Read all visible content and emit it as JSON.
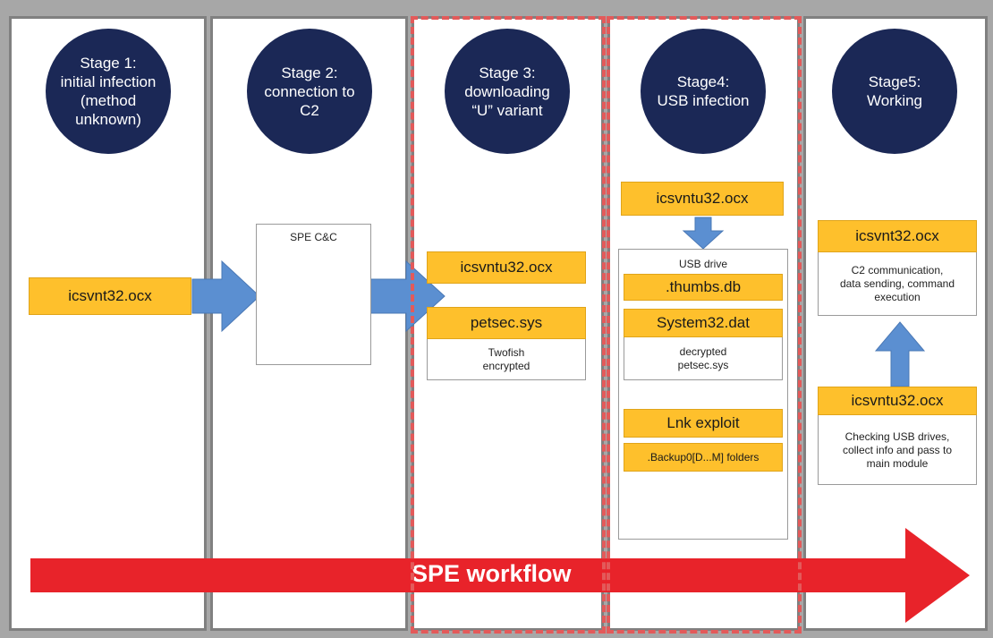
{
  "stages": [
    {
      "label": "Stage 1:\ninitial infection\n(method\nunknown)"
    },
    {
      "label": "Stage 2:\nconnection to\nC2"
    },
    {
      "label": "Stage 3:\ndownloading\n“U” variant"
    },
    {
      "label": "Stage4:\nUSB infection"
    },
    {
      "label": "Stage5:\nWorking"
    }
  ],
  "stage1": {
    "file": "icsvnt32.ocx"
  },
  "stage2": {
    "server_label": "SPE C&C"
  },
  "stage3": {
    "file1": "icsvntu32.ocx",
    "file2": "petsec.sys",
    "file2_note": "Twofish\nencrypted"
  },
  "stage4": {
    "file": "icsvntu32.ocx",
    "usb_title": "USB drive",
    "thumbs": ".thumbs.db",
    "system32": "System32.dat",
    "system32_note": "decrypted\npetsec.sys",
    "lnk": "Lnk exploit",
    "backup": ".Backup0[D...M] folders"
  },
  "stage5": {
    "top_file": "icsvnt32.ocx",
    "top_note": "C2 communication,\ndata sending, command\nexecution",
    "bottom_file": "icsvntu32.ocx",
    "bottom_note": "Checking USB drives,\ncollect info and pass to\nmain module"
  },
  "workflow": {
    "label": "SPE workflow"
  },
  "colors": {
    "circle": "#1b2856",
    "file_box": "#fec02c",
    "blue_arrow": "#5b8fd1",
    "red_arrow": "#e8232a",
    "dashed": "#e35a5a"
  }
}
